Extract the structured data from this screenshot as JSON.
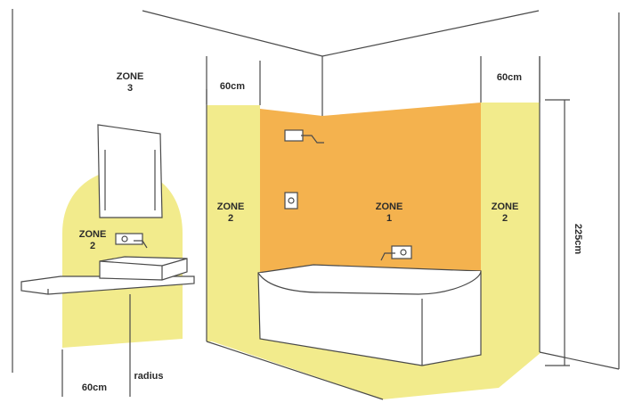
{
  "colors": {
    "zone1": "#F4B24E",
    "zone2": "#F2EB8C",
    "line": "#4a4a4a"
  },
  "zones": {
    "zone3": {
      "line1": "ZONE",
      "line2": "3"
    },
    "zone2_basin": {
      "line1": "ZONE",
      "line2": "2"
    },
    "zone2_left": {
      "line1": "ZONE",
      "line2": "2"
    },
    "zone1": {
      "line1": "ZONE",
      "line2": "1"
    },
    "zone2_right": {
      "line1": "ZONE",
      "line2": "2"
    }
  },
  "dimensions": {
    "left_width": "60cm",
    "right_width": "60cm",
    "height": "225cm",
    "basin_radius_value": "60cm",
    "basin_radius_word": "radius"
  }
}
